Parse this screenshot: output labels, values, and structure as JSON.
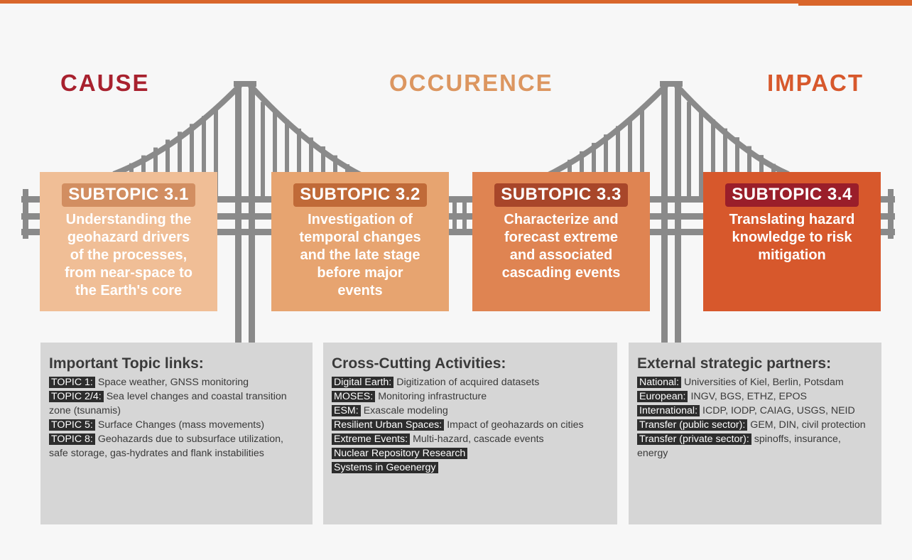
{
  "stages": {
    "cause": "CAUSE",
    "occurrence": "OCCURENCE",
    "impact": "IMPACT"
  },
  "colors": {
    "accent": "#d9662b",
    "cause": "#a8212e",
    "occurrence": "#dc9660",
    "impact": "#d7582c",
    "bridge": "#8a8a8a",
    "panel": "#d6d6d6",
    "tag": "#2d2d2d"
  },
  "subtopics": [
    {
      "label": "SUBTOPIC 3.1",
      "description": [
        "Understanding the",
        "geohazard drivers",
        "of the processes,",
        "from near-space to",
        "the Earth's core"
      ],
      "color": "#f0be96",
      "badge_color": "#d28e61"
    },
    {
      "label": "SUBTOPIC 3.2",
      "description": [
        "Investigation of",
        "temporal changes",
        "and the late stage",
        "before major",
        "events"
      ],
      "color": "#e7a470",
      "badge_color": "#c06a38"
    },
    {
      "label": "SUBTOPIC 3.3",
      "description": [
        "Characterize and",
        "forecast extreme",
        "and associated",
        "cascading events"
      ],
      "color": "#df8452",
      "badge_color": "#a8462a"
    },
    {
      "label": "SUBTOPIC 3.4",
      "description": [
        "Translating hazard",
        "knowledge to risk",
        "mitigation"
      ],
      "color": "#d7582c",
      "badge_color": "#9a1e2a"
    }
  ],
  "panels": [
    {
      "title": "Important Topic links:",
      "items": [
        {
          "tag": "TOPIC 1:",
          "text": "Space weather, GNSS monitoring"
        },
        {
          "tag": "TOPIC 2/4:",
          "text": "Sea level changes and coastal transition zone (tsunamis)"
        },
        {
          "tag": "TOPIC 5:",
          "text": "Surface Changes (mass movements)"
        },
        {
          "tag": "TOPIC 8:",
          "text": "Geohazards due to subsurface utilization, safe storage, gas-hydrates and flank instabilities"
        }
      ]
    },
    {
      "title": "Cross-Cutting Activities:",
      "items": [
        {
          "tag": "Digital Earth:",
          "text": "Digitization of acquired datasets"
        },
        {
          "tag": "MOSES:",
          "text": "Monitoring infrastructure"
        },
        {
          "tag": "ESM:",
          "text": "Exascale modeling"
        },
        {
          "tag": "Resilient Urban Spaces:",
          "text": "Impact of geohazards on cities"
        },
        {
          "tag": "Extreme Events:",
          "text": "Multi-hazard, cascade events"
        },
        {
          "tag": "Nuclear Repository Research",
          "text": ""
        },
        {
          "tag": "Systems in Geoenergy",
          "text": ""
        }
      ]
    },
    {
      "title": "External strategic partners:",
      "items": [
        {
          "tag": "National:",
          "text": "Universities of Kiel, Berlin, Potsdam"
        },
        {
          "tag": "European:",
          "text": "INGV, BGS, ETHZ, EPOS"
        },
        {
          "tag": "International:",
          "text": "ICDP, IODP, CAIAG, USGS, NEID"
        },
        {
          "tag": "Transfer (public sector):",
          "text": "GEM, DIN, civil protection"
        },
        {
          "tag": "Transfer (private sector):",
          "text": "spinoffs, insurance, energy"
        }
      ]
    }
  ]
}
